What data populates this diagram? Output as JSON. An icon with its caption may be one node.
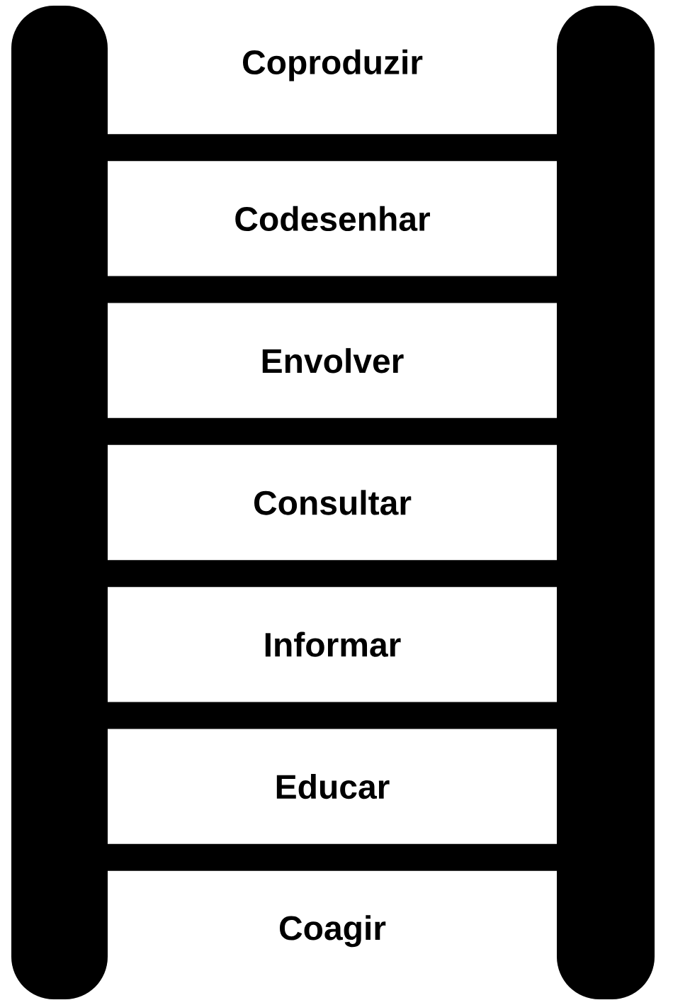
{
  "diagram": {
    "labels": [
      "Coproduzir",
      "Codesenhar",
      "Envolver",
      "Consultar",
      "Informar",
      "Educar",
      "Coagir"
    ]
  }
}
